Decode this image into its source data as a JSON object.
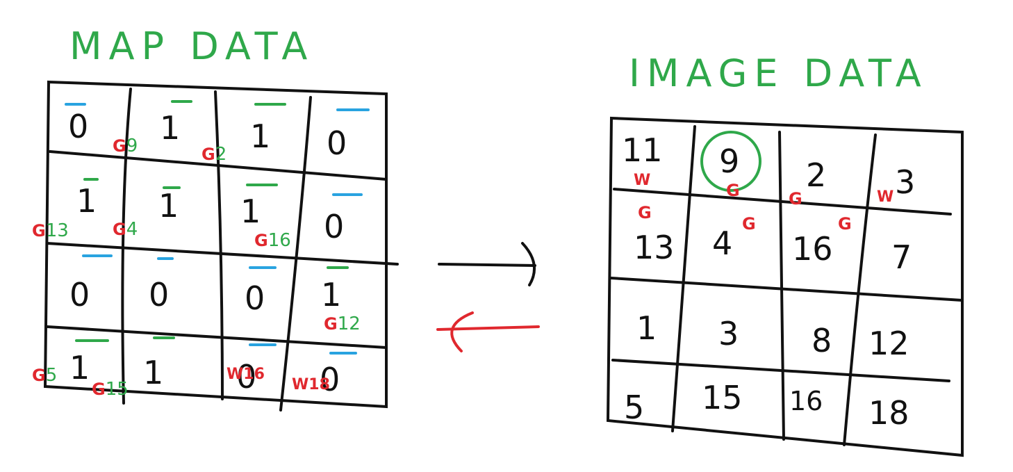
{
  "left": {
    "title": "MAP DATA",
    "cells": [
      [
        "0",
        "1",
        "1",
        "0"
      ],
      [
        "1",
        "1",
        "1",
        "0"
      ],
      [
        "0",
        "0",
        "0",
        "1"
      ],
      [
        "1",
        "1",
        "0",
        "0"
      ]
    ],
    "bar_colors": [
      [
        "blue",
        "green",
        "green",
        "blue"
      ],
      [
        "green",
        "green",
        "green",
        "blue"
      ],
      [
        "blue",
        "blue",
        "blue",
        "green"
      ],
      [
        "green",
        "green",
        "blue",
        "blue"
      ]
    ],
    "tags": [
      {
        "kind": "G",
        "num": "9"
      },
      {
        "kind": "G",
        "num": "2"
      },
      {
        "kind": "G",
        "num": "13"
      },
      {
        "kind": "G",
        "num": "4"
      },
      {
        "kind": "G",
        "num": "16"
      },
      {
        "kind": "G",
        "num": "12"
      },
      {
        "kind": "G",
        "num": "5"
      },
      {
        "kind": "G",
        "num": "15"
      },
      {
        "kind": "W",
        "num": "16"
      },
      {
        "kind": "W",
        "num": "18"
      }
    ]
  },
  "right": {
    "title": "IMAGE DATA",
    "cells": [
      [
        "11",
        "9",
        "2",
        "3"
      ],
      [
        "13",
        "4",
        "16",
        "7"
      ],
      [
        "1",
        "3",
        "8",
        "12"
      ],
      [
        "5",
        "15",
        "16",
        "18"
      ]
    ],
    "marks": [
      {
        "text": "W"
      },
      {
        "text": "G"
      },
      {
        "text": "G"
      },
      {
        "text": "W"
      },
      {
        "text": "G"
      },
      {
        "text": "G"
      },
      {
        "text": "G"
      }
    ],
    "highlight": "9"
  },
  "colors": {
    "green": "#2fa84a",
    "red": "#e0282e",
    "blue": "#29a3e0",
    "ink": "#111111"
  }
}
